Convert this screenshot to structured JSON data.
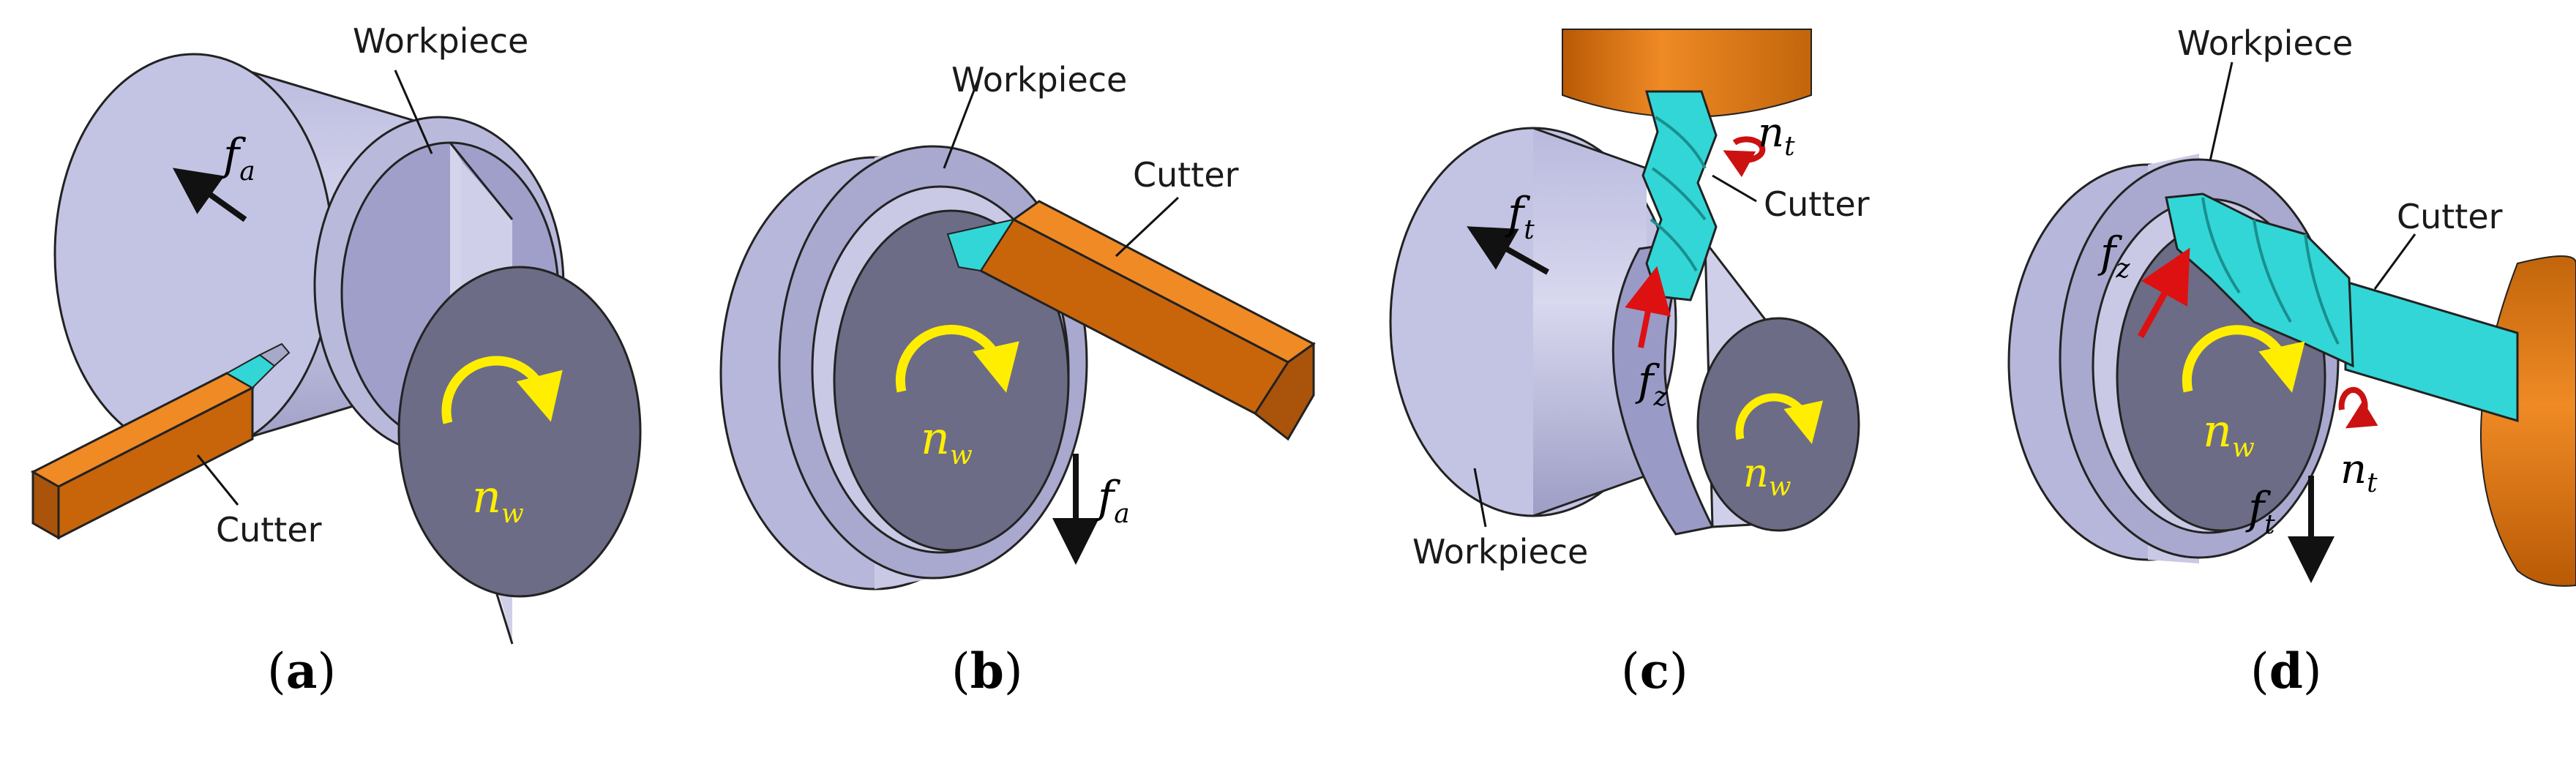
{
  "panels": {
    "a": {
      "caption_letter": "a",
      "workpiece_label": "Workpiece",
      "cutter_label": "Cutter",
      "feed": {
        "symbol": "f",
        "subscript": "a"
      },
      "spin": {
        "symbol": "n",
        "subscript": "w"
      }
    },
    "b": {
      "caption_letter": "b",
      "workpiece_label": "Workpiece",
      "cutter_label": "Cutter",
      "feed": {
        "symbol": "f",
        "subscript": "a"
      },
      "spin": {
        "symbol": "n",
        "subscript": "w"
      }
    },
    "c": {
      "caption_letter": "c",
      "workpiece_label": "Workpiece",
      "cutter_label": "Cutter",
      "feed": {
        "symbol": "f",
        "subscript": "t"
      },
      "tooth_feed": {
        "symbol": "f",
        "subscript": "z"
      },
      "tool_spin": {
        "symbol": "n",
        "subscript": "t"
      },
      "spin": {
        "symbol": "n",
        "subscript": "w"
      }
    },
    "d": {
      "caption_letter": "d",
      "workpiece_label": "Workpiece",
      "cutter_label": "Cutter",
      "feed": {
        "symbol": "f",
        "subscript": "t"
      },
      "tooth_feed": {
        "symbol": "f",
        "subscript": "z"
      },
      "tool_spin": {
        "symbol": "n",
        "subscript": "t"
      },
      "spin": {
        "symbol": "n",
        "subscript": "w"
      }
    }
  },
  "caption_parens": {
    "open": "(",
    "close": ")"
  },
  "colors": {
    "workpiece_light": "#c9c9e6",
    "workpiece_mid": "#a9a9cf",
    "workpiece_face": "#6e6e86",
    "cutter_orange": "#e0740d",
    "cutter_dark": "#b35a08",
    "insert_cyan": "#33d6d6",
    "spin_arrow": "#ffee00",
    "tool_spin_arrow": "#cc1111",
    "feed_arrow": "#111111",
    "tooth_feed_arrow": "#dd1111"
  }
}
